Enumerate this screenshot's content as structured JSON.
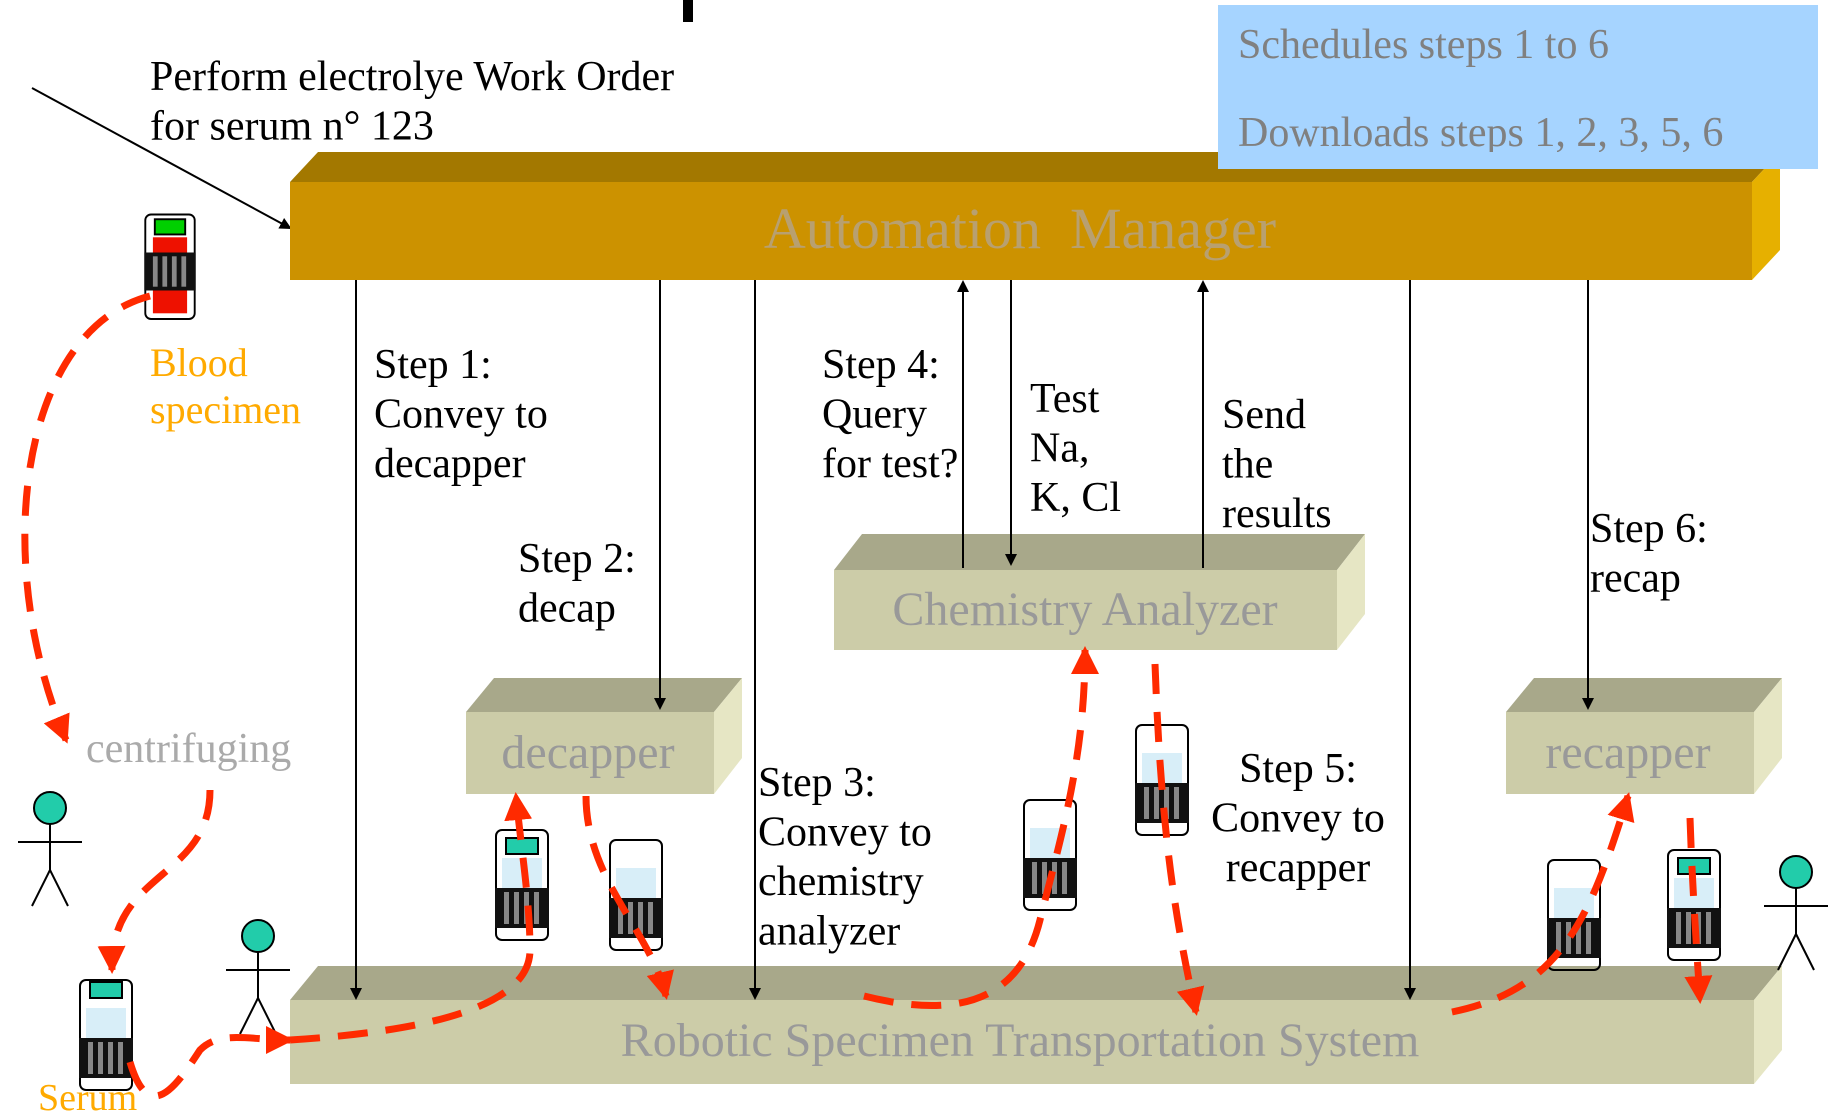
{
  "header_text": "Perform electrolye Work Order\nfor serum n° 123",
  "info_box": {
    "line1": "Schedules steps 1 to 6",
    "line2": "Downloads steps 1, 2, 3, 5, 6",
    "bg": "#a6d4ff",
    "text_color": "#808080"
  },
  "components": {
    "automation_manager": "Automation  Manager",
    "chemistry_analyzer": "Chemistry Analyzer",
    "decapper": "decapper",
    "recapper": "recapper",
    "transport_system": "Robotic Specimen Transportation System"
  },
  "labels": {
    "blood_specimen": "Blood\nspecimen",
    "centrifuging": "centrifuging",
    "serum": "Serum",
    "step1": "Step 1:\nConvey to\ndecapper",
    "step2": "Step 2:\ndecap",
    "step3": "Step 3:\nConvey to\nchemistry\nanalyzer",
    "step4": "Step 4:\nQuery\nfor test?",
    "test": "Test\nNa,\nK, Cl",
    "send": "Send\nthe\nresults",
    "step5": "Step 5:\nConvey to\nrecapper",
    "step6": "Step 6:\nrecap"
  },
  "colors": {
    "manager": "#cc9200",
    "gray_box": "#cccca8",
    "flow_arrow": "#ff2a00",
    "orange_text": "#ffaa00",
    "person_head": "#22ccaa"
  },
  "icons": [
    "specimen-tube-icon",
    "person-icon"
  ]
}
